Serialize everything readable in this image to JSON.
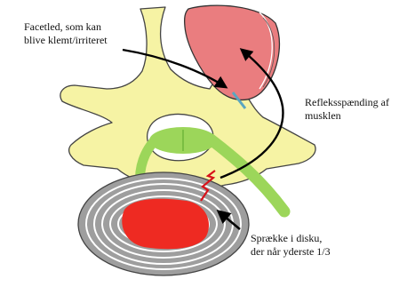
{
  "labels": {
    "facet_joint": {
      "line1": "Facetled, som kan",
      "line2": "blive klemt/irriteret"
    },
    "reflex_spasm": {
      "line1": "Refleksspænding af",
      "line2": "musklen"
    },
    "disc_crack": {
      "line1": "Sprække i disku,",
      "line2": "der når yderste 1/3"
    }
  },
  "colors": {
    "bone": "#f6f3a4",
    "muscle": "#ea7d7f",
    "nerve": "#9cd65a",
    "disc_ring": "#9e9e9e",
    "nucleus": "#ee2a22",
    "crack": "#d7131b",
    "arrow": "#000000"
  }
}
